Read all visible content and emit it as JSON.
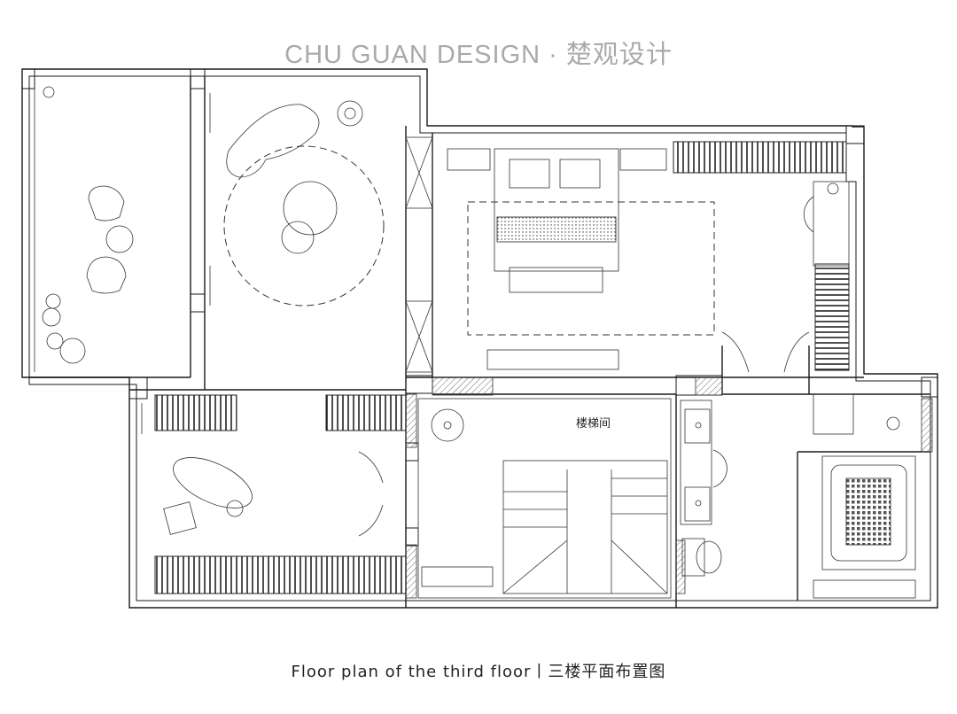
{
  "header": {
    "brand": "CHU GUAN DESIGN · 楚观设计"
  },
  "plan": {
    "room_labels": [
      {
        "id": "stairwell",
        "text": "楼梯间"
      }
    ]
  },
  "caption": {
    "text": "Floor plan of the third floor丨三楼平面布置图"
  }
}
